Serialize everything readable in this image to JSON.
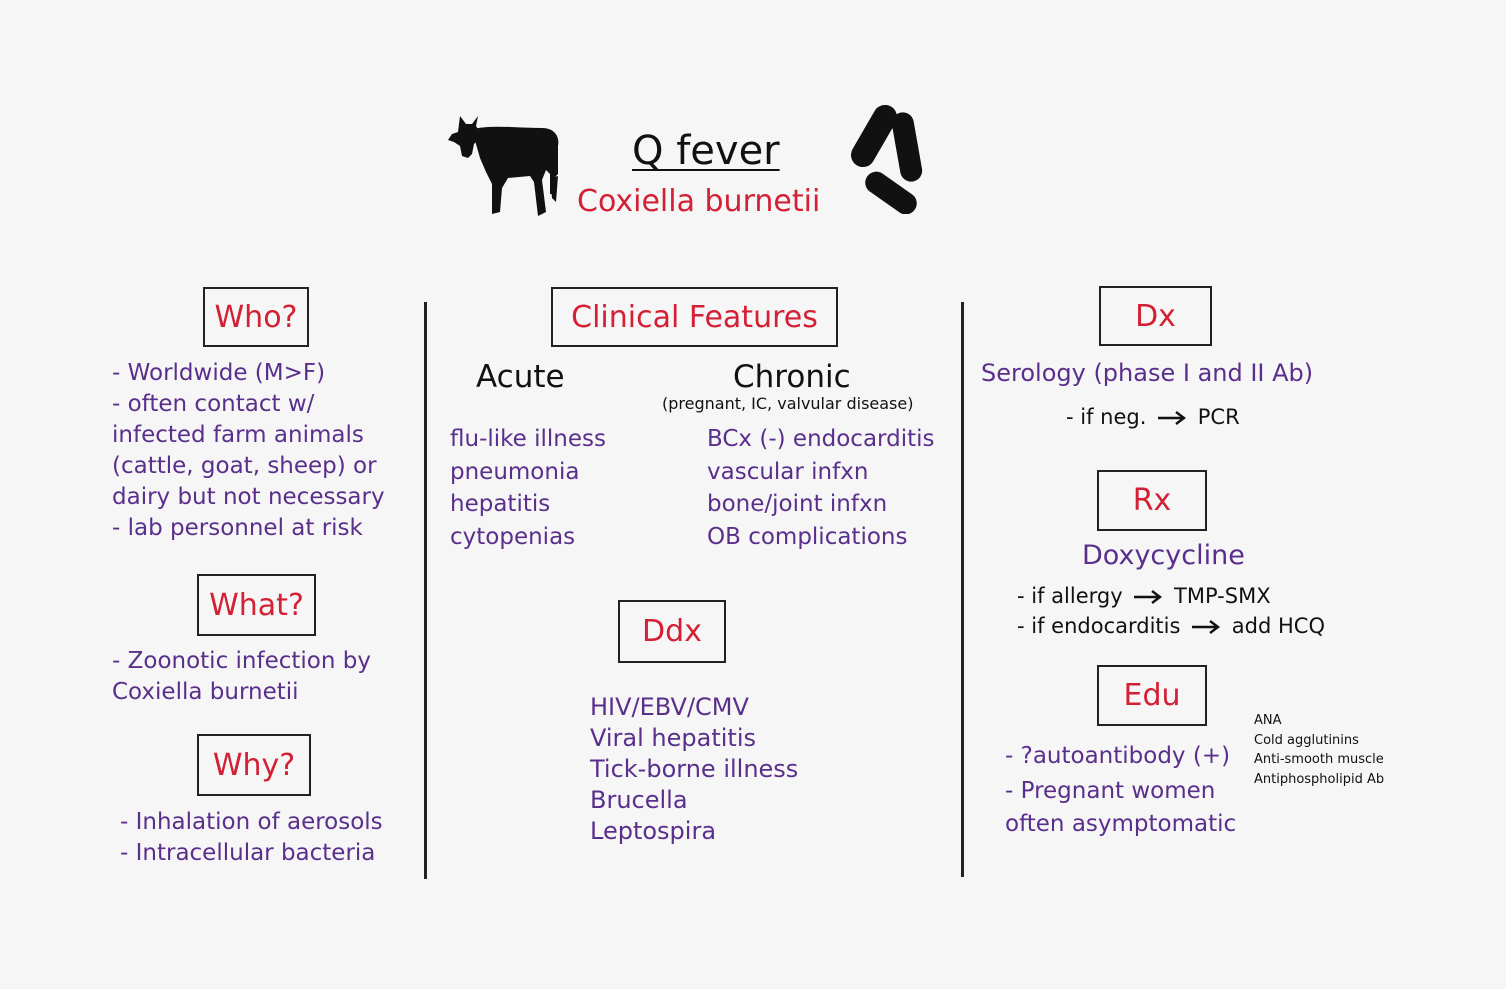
{
  "title": "Q fever",
  "subtitle": "Coxiella burnetii",
  "who": {
    "heading": "Who?",
    "lines": [
      "- Worldwide (M>F)",
      "- often contact w/",
      "infected farm animals",
      "(cattle, goat, sheep) or",
      "dairy but not necessary",
      "- lab personnel at risk"
    ]
  },
  "what": {
    "heading": "What?",
    "lines": [
      "- Zoonotic infection by",
      "Coxiella burnetii"
    ]
  },
  "why": {
    "heading": "Why?",
    "lines": [
      "- Inhalation of aerosols",
      "- Intracellular bacteria"
    ]
  },
  "clinical": {
    "heading": "Clinical Features",
    "acute_label": "Acute",
    "chronic_label": "Chronic",
    "chronic_note": "(pregnant, IC, valvular disease)",
    "acute_items": [
      "flu-like illness",
      "pneumonia",
      "hepatitis",
      "cytopenias"
    ],
    "chronic_items": [
      "BCx (-) endocarditis",
      "vascular infxn",
      "bone/joint infxn",
      "OB complications"
    ]
  },
  "ddx": {
    "heading": "Ddx",
    "items": [
      "HIV/EBV/CMV",
      "Viral hepatitis",
      "Tick-borne illness",
      "Brucella",
      "Leptospira"
    ]
  },
  "dx": {
    "heading": "Dx",
    "line1": "Serology (phase I and II Ab)",
    "line2_prefix": "- if neg.",
    "line2_target": "PCR"
  },
  "rx": {
    "heading": "Rx",
    "drug": "Doxycycline",
    "alt1_prefix": "- if allergy",
    "alt1_target": "TMP-SMX",
    "alt2_prefix": "- if endocarditis",
    "alt2_target": "add HCQ"
  },
  "edu": {
    "heading": "Edu",
    "lines": [
      "- ?autoantibody (+)",
      "- Pregnant women",
      "often asymptomatic"
    ],
    "antibodies": [
      "ANA",
      "Cold agglutinins",
      "Anti-smooth muscle",
      "Antiphospholipid Ab"
    ]
  },
  "icons": [
    "cow-icon",
    "bacteria-icon",
    "arrow-right-icon"
  ],
  "colors": {
    "heading": "#d42035",
    "body": "#5a2f8c",
    "ink": "#111111",
    "background": "#f6f6f6"
  }
}
